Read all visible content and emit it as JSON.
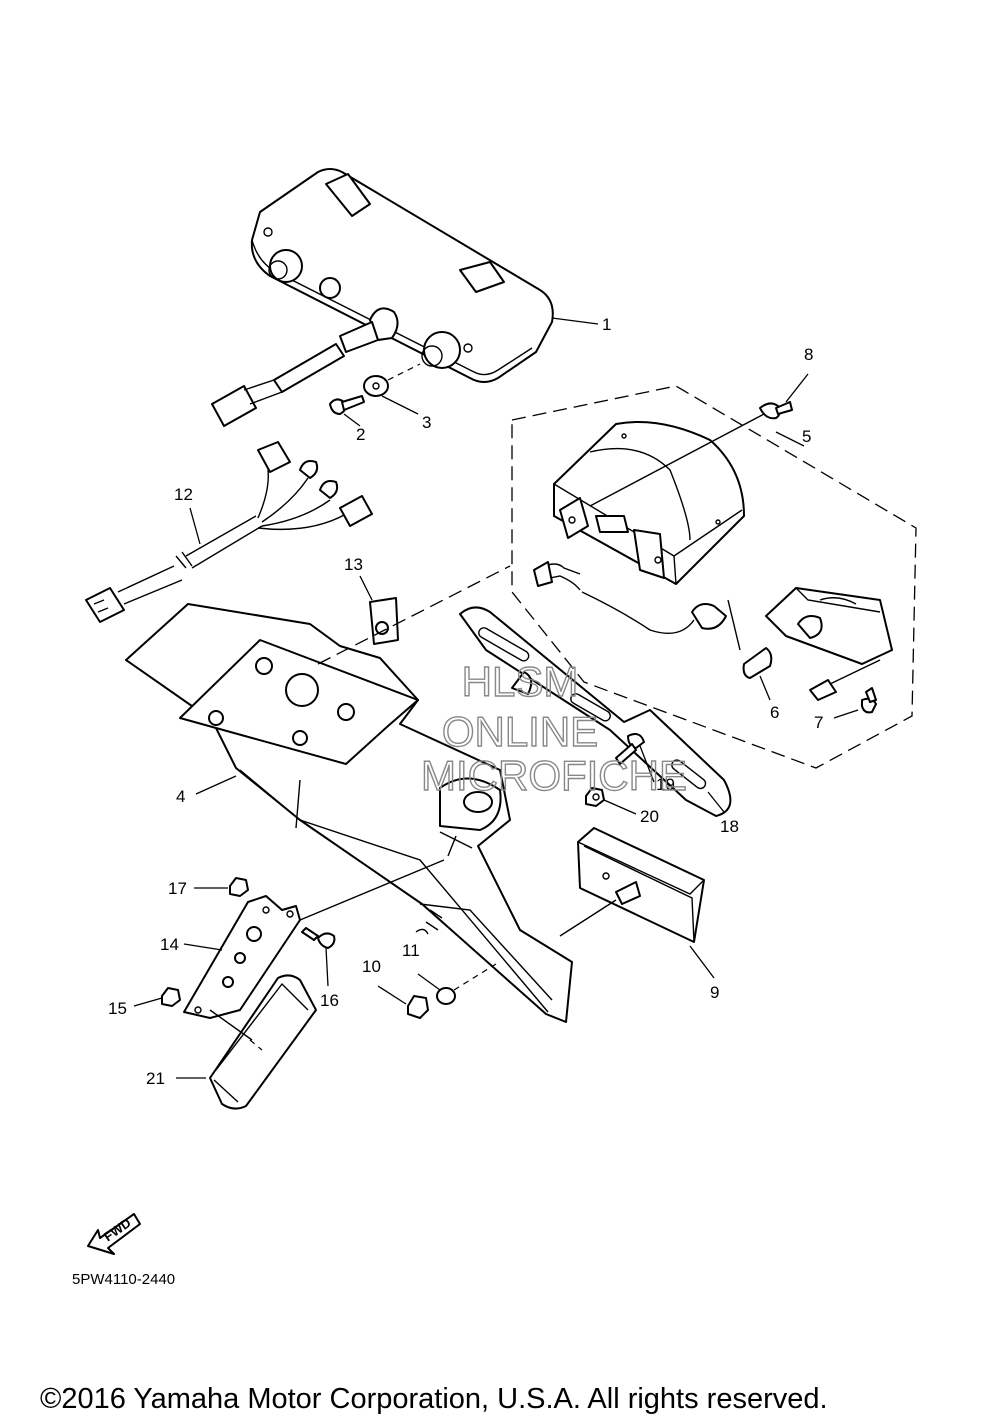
{
  "diagram": {
    "callouts": [
      "1",
      "2",
      "3",
      "4",
      "5",
      "6",
      "7",
      "8",
      "9",
      "10",
      "11",
      "12",
      "13",
      "14",
      "15",
      "16",
      "17",
      "18",
      "19",
      "20",
      "21"
    ],
    "watermark": [
      "HLSM",
      "ONLINE",
      "MICROFICHE"
    ],
    "direction_label": "FWD",
    "diagram_code": "5PW4110-2440",
    "copyright": "©2016 Yamaha Motor Corporation, U.S.A. All rights reserved."
  }
}
